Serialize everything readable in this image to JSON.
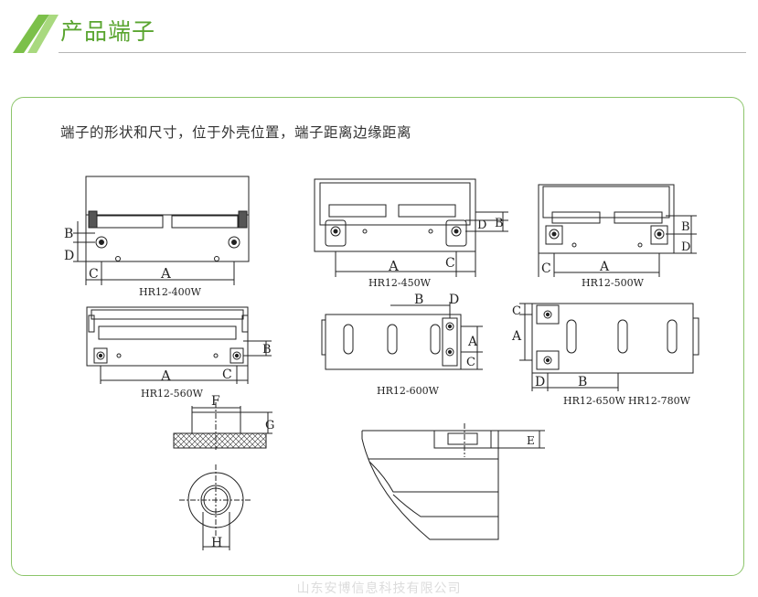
{
  "header": {
    "title": "产品端子",
    "accent_color": "#5aa530",
    "icon": "double-slash-icon"
  },
  "panel": {
    "description": "端子的形状和尺寸，位于外壳位置，端子距离边缘距离",
    "border_color": "#8cc56a"
  },
  "drawings": {
    "hr12_400w": {
      "model": "HR12-400W",
      "labels": [
        "A",
        "B",
        "C",
        "D"
      ]
    },
    "hr12_450w": {
      "model": "HR12-450W",
      "labels": [
        "A",
        "B",
        "C",
        "D"
      ]
    },
    "hr12_500w": {
      "model": "HR12-500W",
      "labels": [
        "A",
        "B",
        "C",
        "D"
      ]
    },
    "hr12_560w": {
      "model": "HR12-560W",
      "labels": [
        "A",
        "B",
        "C"
      ]
    },
    "hr12_600w": {
      "model": "HR12-600W",
      "labels": [
        "A",
        "B",
        "C",
        "D"
      ]
    },
    "hr12_650w_780w": {
      "model_1": "HR12-650W",
      "model_2": "HR12-780W",
      "labels": [
        "A",
        "B",
        "C",
        "D"
      ]
    },
    "terminal_detail": {
      "labels": [
        "F",
        "G",
        "H"
      ]
    },
    "terminal_side": {
      "labels": [
        "E"
      ]
    }
  },
  "footer": {
    "watermark": "山东安博信息科技有限公司"
  }
}
